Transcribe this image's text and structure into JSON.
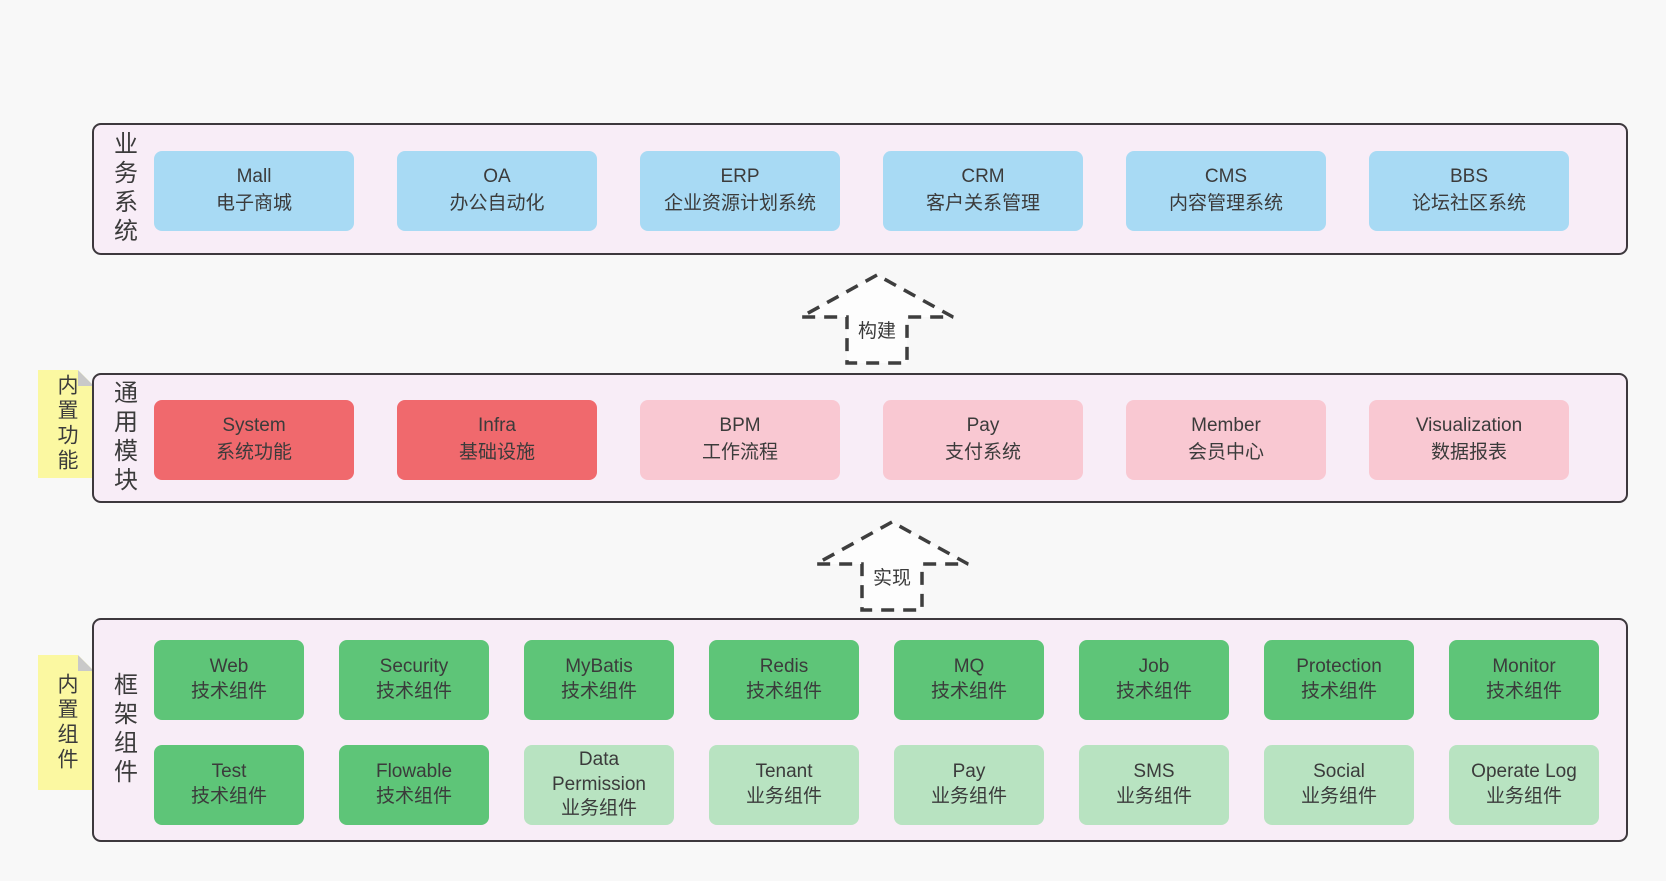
{
  "colors": {
    "pageBg": "#f8f8f8",
    "layerBg": "#f8edf7",
    "layerBorder": "#3d383d",
    "blue": "#a8daf4",
    "red": "#f0696d",
    "pink": "#f9c8d2",
    "green": "#5ec578",
    "lightGreen": "#b8e3c1",
    "yellow": "#fbf8a1",
    "fold": "#c9c9c9",
    "text": "#3b3b3b",
    "arrowFill": "#fdfdfd"
  },
  "stickies": [
    {
      "label": "内置功能"
    },
    {
      "label": "内置组件"
    }
  ],
  "arrows": [
    {
      "label": "构建"
    },
    {
      "label": "实现"
    }
  ],
  "layers": [
    {
      "id": "business-systems",
      "side_label": "业务系统",
      "boxes": [
        {
          "title": "Mall",
          "subtitle": "电子商城",
          "variant": "blue"
        },
        {
          "title": "OA",
          "subtitle": "办公自动化",
          "variant": "blue"
        },
        {
          "title": "ERP",
          "subtitle": "企业资源计划系统",
          "variant": "blue"
        },
        {
          "title": "CRM",
          "subtitle": "客户关系管理",
          "variant": "blue"
        },
        {
          "title": "CMS",
          "subtitle": "内容管理系统",
          "variant": "blue"
        },
        {
          "title": "BBS",
          "subtitle": "论坛社区系统",
          "variant": "blue"
        }
      ]
    },
    {
      "id": "common-modules",
      "side_label": "通用模块",
      "boxes": [
        {
          "title": "System",
          "subtitle": "系统功能",
          "variant": "red"
        },
        {
          "title": "Infra",
          "subtitle": "基础设施",
          "variant": "red"
        },
        {
          "title": "BPM",
          "subtitle": "工作流程",
          "variant": "pink"
        },
        {
          "title": "Pay",
          "subtitle": "支付系统",
          "variant": "pink"
        },
        {
          "title": "Member",
          "subtitle": "会员中心",
          "variant": "pink"
        },
        {
          "title": "Visualization",
          "subtitle": "数据报表",
          "variant": "pink"
        }
      ]
    },
    {
      "id": "framework-components",
      "side_label": "框架组件",
      "rows": [
        [
          {
            "title": "Web",
            "subtitle": "技术组件",
            "variant": "green"
          },
          {
            "title": "Security",
            "subtitle": "技术组件",
            "variant": "green"
          },
          {
            "title": "MyBatis",
            "subtitle": "技术组件",
            "variant": "green"
          },
          {
            "title": "Redis",
            "subtitle": "技术组件",
            "variant": "green"
          },
          {
            "title": "MQ",
            "subtitle": "技术组件",
            "variant": "green"
          },
          {
            "title": "Job",
            "subtitle": "技术组件",
            "variant": "green"
          },
          {
            "title": "Protection",
            "subtitle": "技术组件",
            "variant": "green"
          },
          {
            "title": "Monitor",
            "subtitle": "技术组件",
            "variant": "green"
          }
        ],
        [
          {
            "title": "Test",
            "subtitle": "技术组件",
            "variant": "green"
          },
          {
            "title": "Flowable",
            "subtitle": "技术组件",
            "variant": "green"
          },
          {
            "title": "Data Permission",
            "subtitle": "业务组件",
            "variant": "lightgreen"
          },
          {
            "title": "Tenant",
            "subtitle": "业务组件",
            "variant": "lightgreen"
          },
          {
            "title": "Pay",
            "subtitle": "业务组件",
            "variant": "lightgreen"
          },
          {
            "title": "SMS",
            "subtitle": "业务组件",
            "variant": "lightgreen"
          },
          {
            "title": "Social",
            "subtitle": "业务组件",
            "variant": "lightgreen"
          },
          {
            "title": "Operate Log",
            "subtitle": "业务组件",
            "variant": "lightgreen"
          }
        ]
      ]
    }
  ]
}
